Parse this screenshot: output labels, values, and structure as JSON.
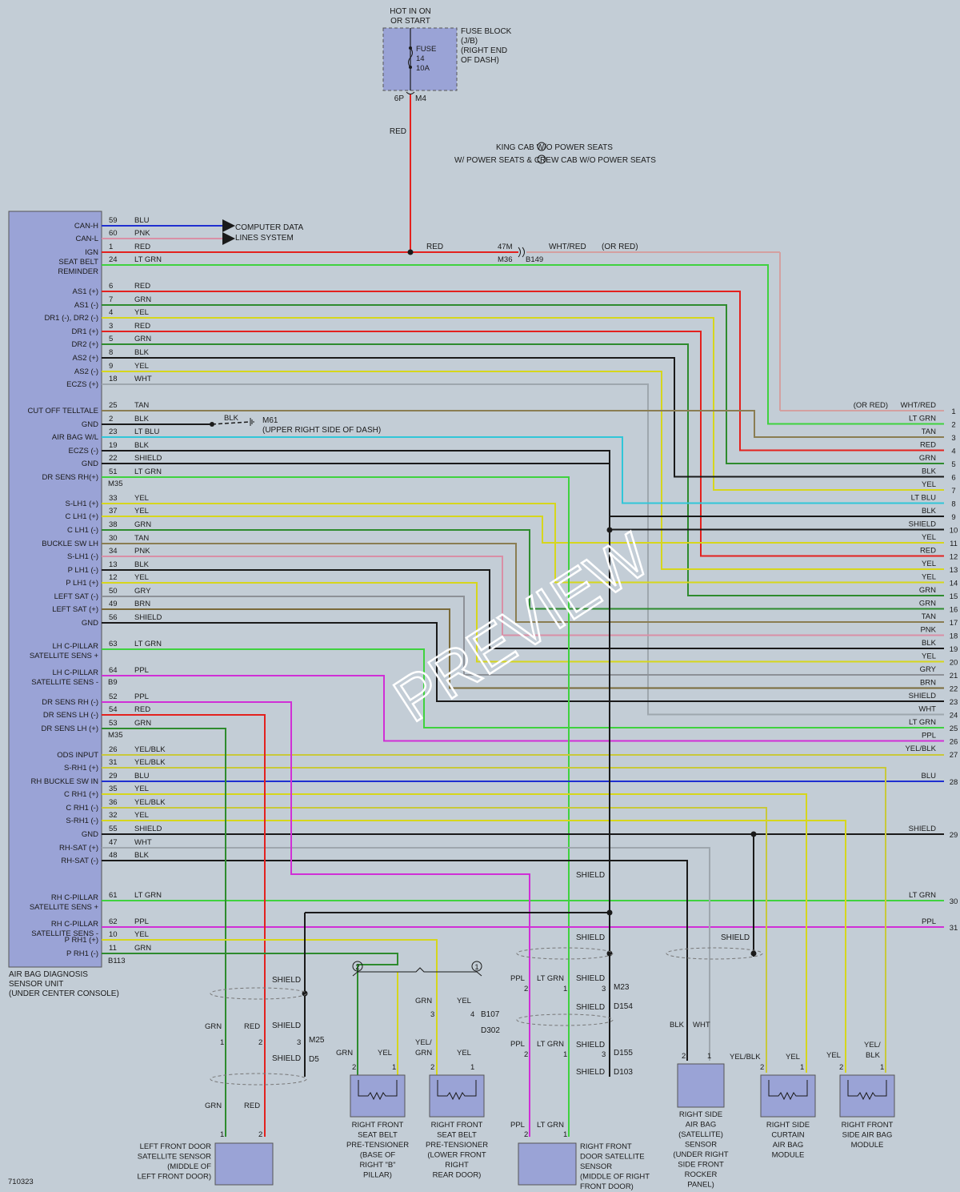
{
  "figure_id": "710323",
  "watermark": "PREVIEW",
  "fuse_block": {
    "hot_label": [
      "HOT IN ON",
      "OR START"
    ],
    "fuse_label": [
      "FUSE",
      "14",
      "10A"
    ],
    "block_label": [
      "FUSE BLOCK",
      "(J/B)",
      "(RIGHT END",
      "OF DASH)"
    ],
    "pin_left": "6P",
    "pin_right": "M4",
    "wire": "RED"
  },
  "cab_note": [
    "KING CAB W/O POWER SEATS",
    "W/ POWER SEATS & CREW CAB W/O POWER SEATS"
  ],
  "adsu": {
    "label": [
      "AIR BAG DIAGNOSIS",
      "SENSOR UNIT",
      "(UNDER CENTER CONSOLE)"
    ],
    "connectors": [
      "M35",
      "B9",
      "M35",
      "B113"
    ]
  },
  "pins": [
    {
      "name": "CAN-H",
      "pin": "59",
      "color": "BLU"
    },
    {
      "name": "CAN-L",
      "pin": "60",
      "color": "PNK"
    },
    {
      "name": "IGN",
      "pin": "1",
      "color": "RED"
    },
    {
      "name": "SEAT BELT REMINDER",
      "pin": "24",
      "color": "LT GRN"
    },
    {
      "name": "AS1 (+)",
      "pin": "6",
      "color": "RED"
    },
    {
      "name": "AS1 (-)",
      "pin": "7",
      "color": "GRN"
    },
    {
      "name": "DR1 (-), DR2 (-)",
      "pin": "4",
      "color": "YEL"
    },
    {
      "name": "DR1 (+)",
      "pin": "3",
      "color": "RED"
    },
    {
      "name": "DR2 (+)",
      "pin": "5",
      "color": "GRN"
    },
    {
      "name": "AS2 (+)",
      "pin": "8",
      "color": "BLK"
    },
    {
      "name": "AS2 (-)",
      "pin": "9",
      "color": "YEL"
    },
    {
      "name": "ECZS (+)",
      "pin": "18",
      "color": "WHT"
    },
    {
      "name": "CUT OFF TELLTALE",
      "pin": "25",
      "color": "TAN"
    },
    {
      "name": "GND",
      "pin": "2",
      "color": "BLK"
    },
    {
      "name": "AIR BAG W/L",
      "pin": "23",
      "color": "LT BLU"
    },
    {
      "name": "ECZS (-)",
      "pin": "19",
      "color": "BLK"
    },
    {
      "name": "GND",
      "pin": "22",
      "color": "SHIELD"
    },
    {
      "name": "DR SENS RH(+)",
      "pin": "51",
      "color": "LT GRN"
    },
    {
      "name": "S-LH1 (+)",
      "pin": "33",
      "color": "YEL"
    },
    {
      "name": "C LH1 (+)",
      "pin": "37",
      "color": "YEL"
    },
    {
      "name": "C LH1 (-)",
      "pin": "38",
      "color": "GRN"
    },
    {
      "name": "BUCKLE SW LH",
      "pin": "30",
      "color": "TAN"
    },
    {
      "name": "S-LH1 (-)",
      "pin": "34",
      "color": "PNK"
    },
    {
      "name": "P LH1 (-)",
      "pin": "13",
      "color": "BLK"
    },
    {
      "name": "P LH1 (+)",
      "pin": "12",
      "color": "YEL"
    },
    {
      "name": "LEFT SAT (-)",
      "pin": "50",
      "color": "GRY"
    },
    {
      "name": "LEFT SAT (+)",
      "pin": "49",
      "color": "BRN"
    },
    {
      "name": "GND",
      "pin": "56",
      "color": "SHIELD"
    },
    {
      "name": "LH C-PILLAR SATELLITE SENS +",
      "pin": "63",
      "color": "LT GRN"
    },
    {
      "name": "LH C-PILLAR SATELLITE SENS -",
      "pin": "64",
      "color": "PPL"
    },
    {
      "name": "DR SENS RH (-)",
      "pin": "52",
      "color": "PPL"
    },
    {
      "name": "DR SENS LH (-)",
      "pin": "54",
      "color": "RED"
    },
    {
      "name": "DR SENS LH (+)",
      "pin": "53",
      "color": "GRN"
    },
    {
      "name": "ODS INPUT",
      "pin": "26",
      "color": "YEL/BLK"
    },
    {
      "name": "S-RH1 (+)",
      "pin": "31",
      "color": "YEL/BLK"
    },
    {
      "name": "RH BUCKLE SW IN",
      "pin": "29",
      "color": "BLU"
    },
    {
      "name": "C RH1 (+)",
      "pin": "35",
      "color": "YEL"
    },
    {
      "name": "C RH1 (-)",
      "pin": "36",
      "color": "YEL/BLK"
    },
    {
      "name": "S-RH1 (-)",
      "pin": "32",
      "color": "YEL"
    },
    {
      "name": "GND",
      "pin": "55",
      "color": "SHIELD"
    },
    {
      "name": "RH-SAT (+)",
      "pin": "47",
      "color": "WHT"
    },
    {
      "name": "RH-SAT (-)",
      "pin": "48",
      "color": "BLK"
    },
    {
      "name": "RH C-PILLAR SATELLITE SENS +",
      "pin": "61",
      "color": "LT GRN"
    },
    {
      "name": "RH C-PILLAR SATELLITE SENS -",
      "pin": "62",
      "color": "PPL"
    },
    {
      "name": "P RH1 (+)",
      "pin": "10",
      "color": "YEL"
    },
    {
      "name": "P RH1 (-)",
      "pin": "11",
      "color": "GRN"
    }
  ],
  "computer_data": [
    "COMPUTER DATA",
    "LINES SYSTEM"
  ],
  "splice_b149": {
    "wire_left": "RED",
    "pin_top": "47M",
    "pin_bottom": "M36",
    "connector": "B149",
    "wire_right": "WHT/RED",
    "alt": "(OR RED)"
  },
  "ground_m61": {
    "wire": "BLK",
    "id": "M61",
    "location": "(UPPER RIGHT SIDE OF DASH)"
  },
  "right_terminals": [
    {
      "n": "1",
      "color": "WHT/RED",
      "alt": "(OR RED)"
    },
    {
      "n": "2",
      "color": "LT GRN"
    },
    {
      "n": "3",
      "color": "TAN"
    },
    {
      "n": "4",
      "color": "RED"
    },
    {
      "n": "5",
      "color": "GRN"
    },
    {
      "n": "6",
      "color": "BLK"
    },
    {
      "n": "7",
      "color": "YEL"
    },
    {
      "n": "8",
      "color": "LT BLU"
    },
    {
      "n": "9",
      "color": "BLK"
    },
    {
      "n": "10",
      "color": "SHIELD"
    },
    {
      "n": "11",
      "color": "YEL"
    },
    {
      "n": "12",
      "color": "RED"
    },
    {
      "n": "13",
      "color": "YEL"
    },
    {
      "n": "14",
      "color": "YEL"
    },
    {
      "n": "15",
      "color": "GRN"
    },
    {
      "n": "16",
      "color": "GRN"
    },
    {
      "n": "17",
      "color": "TAN"
    },
    {
      "n": "18",
      "color": "PNK"
    },
    {
      "n": "19",
      "color": "BLK"
    },
    {
      "n": "20",
      "color": "YEL"
    },
    {
      "n": "21",
      "color": "GRY"
    },
    {
      "n": "22",
      "color": "BRN"
    },
    {
      "n": "23",
      "color": "SHIELD"
    },
    {
      "n": "24",
      "color": "WHT"
    },
    {
      "n": "25",
      "color": "LT GRN"
    },
    {
      "n": "26",
      "color": "PPL"
    },
    {
      "n": "27",
      "color": "YEL/BLK"
    },
    {
      "n": "28",
      "color": "BLU"
    },
    {
      "n": "29",
      "color": "SHIELD"
    },
    {
      "n": "30",
      "color": "LT GRN"
    },
    {
      "n": "31",
      "color": "PPL"
    }
  ],
  "shield": "SHIELD",
  "connectors": {
    "M25": "M25",
    "D5": "D5",
    "B107": "B107",
    "D302": "D302",
    "M23": "M23",
    "D154": "D154",
    "D155": "D155",
    "D103": "D103"
  },
  "components": [
    {
      "id": "lf-door-sensor",
      "label": [
        "LEFT FRONT DOOR",
        "SATELLITE SENSOR",
        "(MIDDLE OF",
        "LEFT FRONT DOOR)"
      ],
      "wires": [
        "GRN",
        "RED"
      ],
      "pins": [
        "1",
        "2"
      ]
    },
    {
      "id": "rf-pretensioner",
      "label": [
        "RIGHT FRONT",
        "SEAT BELT",
        "PRE-TENSIONER",
        "(BASE OF",
        "RIGHT \"B\"",
        "PILLAR)"
      ],
      "wires": [
        "GRN",
        "YEL"
      ],
      "pins": [
        "2",
        "1"
      ]
    },
    {
      "id": "rr-pretensioner",
      "label": [
        "RIGHT FRONT",
        "SEAT BELT",
        "PRE-TENSIONER",
        "(LOWER FRONT",
        "RIGHT",
        "REAR DOOR)"
      ],
      "wires": [
        "GRN",
        "YEL",
        "YEL/",
        "GRN",
        "YEL"
      ],
      "pins": [
        "3",
        "4",
        "2",
        "1"
      ]
    },
    {
      "id": "rf-door-sensor",
      "label": [
        "RIGHT FRONT",
        "DOOR SATELLITE",
        "SENSOR",
        "(MIDDLE OF RIGHT",
        "FRONT DOOR)"
      ],
      "wires": [
        "PPL",
        "LT GRN",
        "SHIELD"
      ],
      "pins": [
        "2",
        "1",
        "3"
      ]
    },
    {
      "id": "rs-air-bag-sensor",
      "label": [
        "RIGHT SIDE",
        "AIR BAG",
        "(SATELLITE)",
        "SENSOR",
        "(UNDER RIGHT",
        "SIDE FRONT",
        "ROCKER",
        "PANEL)"
      ],
      "wires": [
        "BLK",
        "WHT"
      ],
      "pins": [
        "2",
        "1"
      ]
    },
    {
      "id": "rs-curtain-module",
      "label": [
        "RIGHT SIDE",
        "CURTAIN",
        "AIR BAG",
        "MODULE"
      ],
      "wires": [
        "YEL/BLK",
        "YEL"
      ],
      "pins": [
        "2",
        "1"
      ]
    },
    {
      "id": "rf-side-module",
      "label": [
        "RIGHT FRONT",
        "SIDE AIR BAG",
        "MODULE"
      ],
      "wires": [
        "YEL",
        "YEL/",
        "BLK"
      ],
      "pins": [
        "2",
        "1"
      ]
    }
  ],
  "circle_marks": [
    "2",
    "1"
  ],
  "colors": {
    "background": "#c3cdd6",
    "component": "#9aa3d6",
    "RED": "#e3211e",
    "GRN": "#2e8b2e",
    "LT GRN": "#3fd23f",
    "YEL": "#d6d61c",
    "BLK": "#1a1a1a",
    "WHT": "#9ea7ae",
    "BLU": "#1f2fd0",
    "PNK": "#d98fa6",
    "TAN": "#8a7d52",
    "LT BLU": "#31c6d8",
    "PPL": "#d02fd6",
    "GRY": "#8d9197",
    "BRN": "#7a6a3a",
    "YEL/BLK": "#c8c83a",
    "WHT/RED": "#d4a0a0",
    "SHIELD": "#1a1a1a"
  }
}
